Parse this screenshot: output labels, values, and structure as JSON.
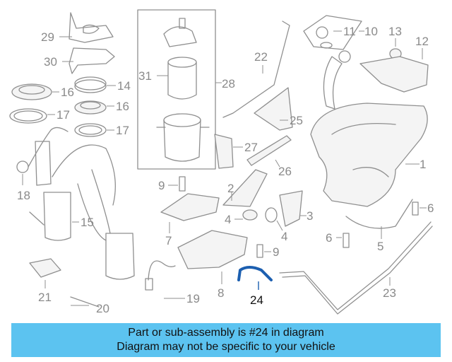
{
  "diagram": {
    "callouts": {
      "c1": "1",
      "c2": "2",
      "c3": "3",
      "c4a": "4",
      "c4b": "4",
      "c5": "5",
      "c6a": "6",
      "c6b": "6",
      "c7": "7",
      "c8": "8",
      "c9a": "9",
      "c9b": "9",
      "c10": "10",
      "c11": "11",
      "c12": "12",
      "c13": "13",
      "c14": "14",
      "c15": "15",
      "c16a": "16",
      "c16b": "16",
      "c17a": "17",
      "c17b": "17",
      "c18": "18",
      "c19": "19",
      "c20": "20",
      "c21": "21",
      "c22": "22",
      "c23": "23",
      "c24": "24",
      "c25": "25",
      "c26": "26",
      "c27": "27",
      "c28": "28",
      "c29": "29",
      "c30": "30",
      "c31": "31"
    },
    "highlight_color": "#1c5fb0"
  },
  "banner": {
    "line1": "Part or sub-assembly is #24 in diagram",
    "line2": "Diagram may not be specific to your vehicle",
    "color": "#5cc3f0"
  }
}
